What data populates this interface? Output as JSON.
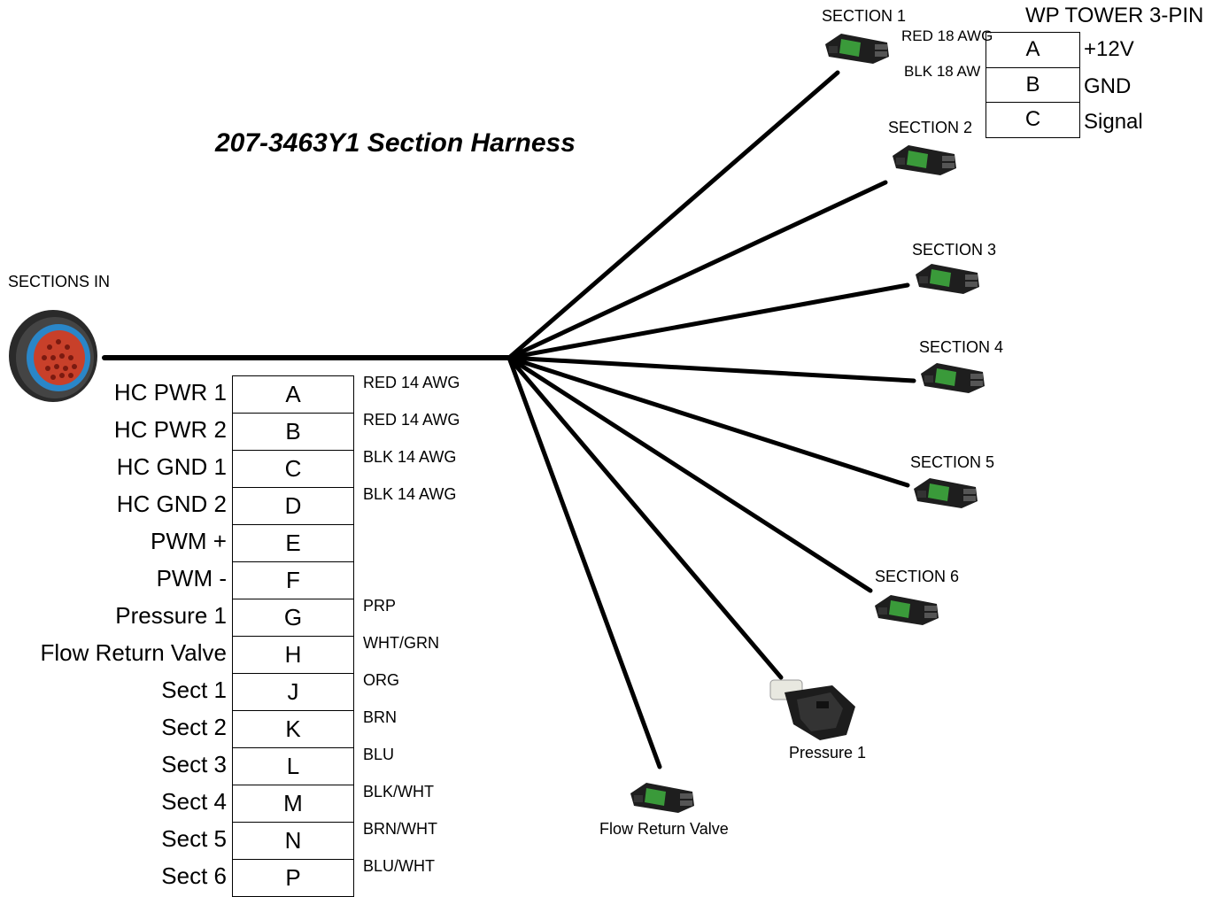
{
  "title": "207-3463Y1 Section Harness",
  "main_connector": {
    "label": "SECTIONS IN"
  },
  "pin_table": [
    {
      "function": "HC PWR 1",
      "pin": "A",
      "wire": "RED 14 AWG"
    },
    {
      "function": "HC PWR 2",
      "pin": "B",
      "wire": "RED 14 AWG"
    },
    {
      "function": "HC GND 1",
      "pin": "C",
      "wire": "BLK 14 AWG"
    },
    {
      "function": "HC GND 2",
      "pin": "D",
      "wire": "BLK 14 AWG"
    },
    {
      "function": "PWM +",
      "pin": "E",
      "wire": ""
    },
    {
      "function": "PWM -",
      "pin": "F",
      "wire": ""
    },
    {
      "function": "Pressure 1",
      "pin": "G",
      "wire": "PRP"
    },
    {
      "function": "Flow Return Valve",
      "pin": "H",
      "wire": "WHT/GRN"
    },
    {
      "function": "Sect 1",
      "pin": "J",
      "wire": "ORG"
    },
    {
      "function": "Sect 2",
      "pin": "K",
      "wire": "BRN"
    },
    {
      "function": "Sect 3",
      "pin": "L",
      "wire": "BLU"
    },
    {
      "function": "Sect 4",
      "pin": "M",
      "wire": "BLK/WHT"
    },
    {
      "function": "Sect 5",
      "pin": "N",
      "wire": "BRN/WHT"
    },
    {
      "function": "Sect 6",
      "pin": "P",
      "wire": "BLU/WHT"
    }
  ],
  "branches": [
    {
      "label": "SECTION 1"
    },
    {
      "label": "SECTION 2"
    },
    {
      "label": "SECTION 3"
    },
    {
      "label": "SECTION 4"
    },
    {
      "label": "SECTION 5"
    },
    {
      "label": "SECTION 6"
    },
    {
      "label": "Pressure 1"
    },
    {
      "label": "Flow Return Valve"
    }
  ],
  "section1_wires": {
    "red": "RED 18 AWG",
    "blk": "BLK 18 AW"
  },
  "wp_tower": {
    "title": "WP TOWER 3-PIN",
    "rows": [
      {
        "pin": "A",
        "function": "+12V"
      },
      {
        "pin": "B",
        "function": "GND"
      },
      {
        "pin": "C",
        "function": "Signal"
      }
    ]
  },
  "colors": {
    "wire": "#000000",
    "connector_green": "#3a9a3a",
    "connector_dark": "#1e1e1e",
    "main_connector_blue": "#2a86c8",
    "main_connector_red": "#c8402a"
  }
}
